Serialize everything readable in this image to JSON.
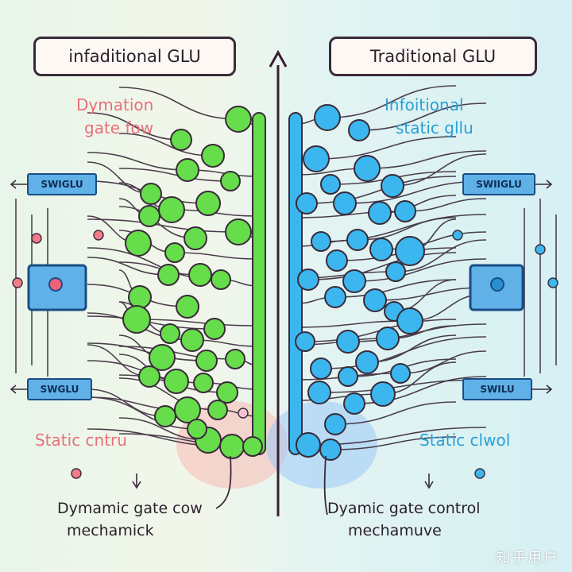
{
  "titles": {
    "left": "infaditional GLU",
    "right": "Traditional GLU"
  },
  "labels": {
    "top_left": [
      "Dymation",
      "gate fow"
    ],
    "top_right": [
      "Infoitional",
      "static gllu"
    ],
    "mid_left": "Static cntru",
    "mid_right": "Static clwol",
    "bottom_left": [
      "Dymamic gate cow",
      "mechamick"
    ],
    "bottom_right": [
      "Dyamic gate control",
      "mechamuve"
    ]
  },
  "tags": {
    "left_top": "SWIGLU",
    "left_bottom": "SWGLU",
    "right_top": "SWIIGLU",
    "right_bottom": "SWILU"
  },
  "watermark": "知乎用户",
  "colors": {
    "green_node": "#66dd4a",
    "blue_node": "#3bb6ee",
    "outline": "#3a2a3a",
    "chip": "#5fb1e8",
    "label_red": "#e8707a",
    "label_blue": "#2a9fd6"
  },
  "icons": [
    "up-arrow-icon",
    "left-arrow-icon",
    "right-arrow-icon",
    "down-arrow-icon",
    "chip-icon"
  ]
}
